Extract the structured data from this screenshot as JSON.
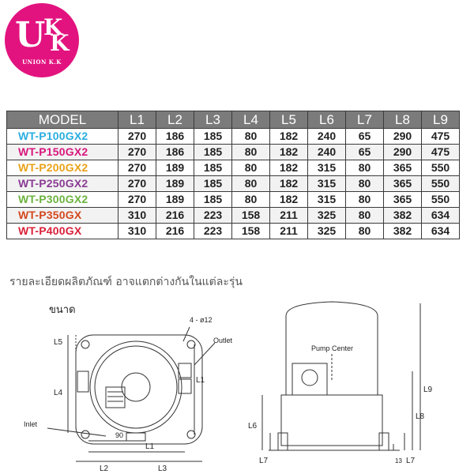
{
  "logo": {
    "u": "U",
    "k1": "K",
    "k2": "K",
    "sub": "UNION K.K"
  },
  "table": {
    "headers": [
      "MODEL",
      "L1",
      "L2",
      "L3",
      "L4",
      "L5",
      "L6",
      "L7",
      "L8",
      "L9"
    ],
    "rows": [
      {
        "model": "WT-P100GX2",
        "color": "#2aaee0",
        "values": [
          "270",
          "186",
          "185",
          "80",
          "182",
          "240",
          "65",
          "290",
          "475"
        ]
      },
      {
        "model": "WT-P150GX2",
        "color": "#d8177e",
        "values": [
          "270",
          "186",
          "185",
          "80",
          "182",
          "240",
          "65",
          "290",
          "475"
        ]
      },
      {
        "model": "WT-P200GX2",
        "color": "#e8a21a",
        "values": [
          "270",
          "189",
          "185",
          "80",
          "182",
          "315",
          "80",
          "365",
          "550"
        ]
      },
      {
        "model": "WT-P250GX2",
        "color": "#8a3c94",
        "values": [
          "270",
          "189",
          "185",
          "80",
          "182",
          "315",
          "80",
          "365",
          "550"
        ]
      },
      {
        "model": "WT-P300GX2",
        "color": "#6cb33f",
        "values": [
          "270",
          "189",
          "185",
          "80",
          "182",
          "315",
          "80",
          "365",
          "550"
        ]
      },
      {
        "model": "WT-P350GX",
        "color": "#d4481e",
        "values": [
          "310",
          "216",
          "223",
          "158",
          "211",
          "325",
          "80",
          "382",
          "634"
        ]
      },
      {
        "model": "WT-P400GX",
        "color": "#d9213a",
        "values": [
          "310",
          "216",
          "223",
          "158",
          "211",
          "325",
          "80",
          "382",
          "634"
        ]
      }
    ]
  },
  "note": "รายละเอียดผลิตภัณฑ์ อาจแตกต่างกันในแต่ละรุ่น",
  "drawing": {
    "title": "ขนาด",
    "labels": {
      "holes": "4 - ø12",
      "outlet": "Outlet",
      "inlet": "Inlet",
      "pump_center": "Pump Center",
      "L1": "L1",
      "L2": "L2",
      "L3": "L3",
      "L4": "L4",
      "L5": "L5",
      "L6": "L6",
      "L7": "L7",
      "L8": "L8",
      "L9": "L9",
      "d90": "90",
      "d13": "13"
    }
  }
}
